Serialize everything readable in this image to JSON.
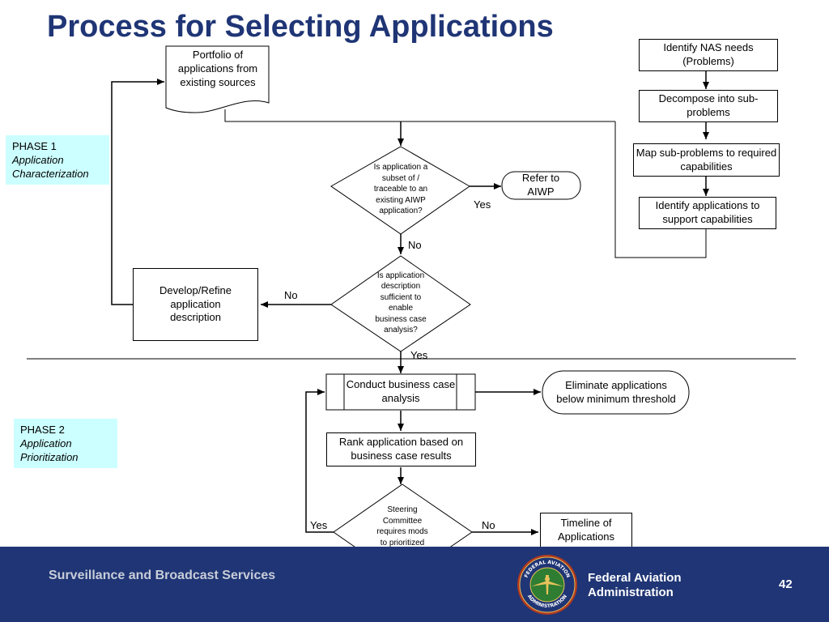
{
  "title": "Process for Selecting Applications",
  "phase1": {
    "label": "PHASE 1",
    "sub": "Application Characterization"
  },
  "phase2": {
    "label": "PHASE 2",
    "sub": "Application Prioritization"
  },
  "nodes": {
    "portfolio": "Portfolio of applications from existing sources",
    "identify_nas": "Identify NAS needs (Problems)",
    "decompose": "Decompose into sub-problems",
    "map_subproblems": "Map sub-problems to required capabilities",
    "identify_apps": "Identify applications to support capabilities",
    "decision_subset": "Is application a subset of / traceable to an existing AIWP application?",
    "refer_aiwp": "Refer to AIWP",
    "decision_sufficient": "Is application description sufficient to enable business case analysis?",
    "develop_refine": "Develop/Refine application description",
    "conduct_bca": "Conduct business case analysis",
    "eliminate": "Eliminate applications below minimum threshold",
    "rank": "Rank application based on business case results",
    "decision_steering": "Steering Committee requires mods to prioritized list?",
    "timeline": "Timeline of Applications"
  },
  "edge_labels": {
    "yes_refer": "Yes",
    "no_down": "No",
    "no_left": "No",
    "yes_down": "Yes",
    "yes_steering": "Yes",
    "no_steering": "No"
  },
  "footer": {
    "left": "Surveillance and Broadcast Services",
    "agency_line1": "Federal Aviation",
    "agency_line2": "Administration",
    "page": "42",
    "seal_text_top": "FEDERAL AVIATION",
    "seal_text_bottom": "ADMINISTRATION"
  },
  "colors": {
    "title": "#1f3575",
    "footer": "#1f3575",
    "phase_box": "#ccffff"
  }
}
